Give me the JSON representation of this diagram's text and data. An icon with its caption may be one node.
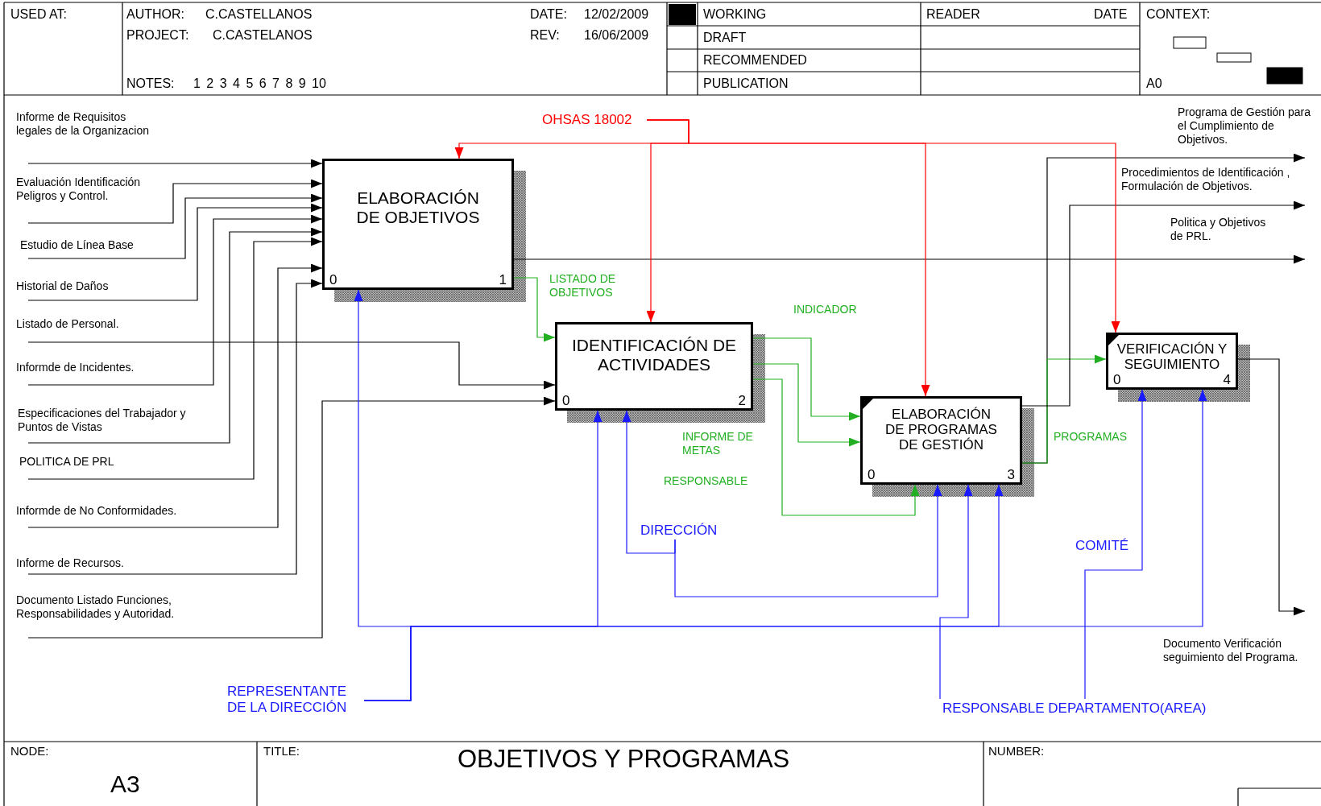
{
  "diagram": {
    "title": "OBJETIVOS Y PROGRAMAS",
    "nodes": [
      {
        "text": [
          "ELABORACIÓN DE OBJETIVOS",
          "0",
          "1"
        ]
      },
      {
        "text": [
          "IDENTIFICACIÓN DE ACTIVIDADES",
          "0",
          "2"
        ]
      },
      {
        "text": [
          "ELABORACIÓN DE PROGRAMAS DE GESTIÓN",
          "0",
          "3"
        ]
      },
      {
        "text": [
          "VERIFICACIÓN Y SEGUIMIENTO",
          "0",
          "4"
        ]
      },
      {
        "text": [
          "OHSAS 18002"
        ]
      },
      {
        "text": [
          "REPRESENTANTE DE LA DIRECCIÓN"
        ]
      },
      {
        "text": [
          "DIRECCIÓN"
        ]
      }
    ],
    "edges": [
      {
        "from": null,
        "to": 0,
        "arrow": "to",
        "label": "Informe de Requisitos legales de la Organizacion"
      },
      {
        "from": null,
        "to": 0,
        "arrow": "to",
        "label": "Evaluación Identificación Peligros y Control."
      },
      {
        "from": null,
        "to": 0,
        "arrow": "to",
        "label": "Estudio de Línea Base"
      },
      {
        "from": null,
        "to": 0,
        "arrow": "to",
        "label": "Historial de Daños"
      },
      {
        "from": null,
        "to": 1,
        "arrow": "to",
        "label": "Listado de Personal."
      },
      {
        "from": null,
        "to": 0,
        "arrow": "to",
        "label": "Informde de Incidentes."
      },
      {
        "from": null,
        "to": 0,
        "arrow": "to",
        "label": "Especificaciones del Trabajador y Puntos de Vistas"
      },
      {
        "from": null,
        "to": 0,
        "arrow": "to",
        "label": "POLITICA DE PRL"
      },
      {
        "from": null,
        "to": 0,
        "arrow": "to",
        "label": "Informde de No Conformidades."
      },
      {
        "from": null,
        "to": 0,
        "arrow": "to",
        "label": "Informe de Recursos."
      },
      {
        "from": null,
        "to": 1,
        "arrow": "to",
        "label": "Documento Listado Funciones, Responsabilidades y Autoridad."
      },
      {
        "from": 0,
        "to": null,
        "arrow": "to",
        "label": "Politica y Objetivos de PRL."
      },
      {
        "from": 0,
        "to": 1,
        "arrow": "to",
        "label": "LISTADO DE OBJETIVOS",
        "color": "#22b022"
      },
      {
        "from": 1,
        "to": 2,
        "arrow": "to",
        "label": "INDICADOR",
        "color": "#22b022"
      },
      {
        "from": 1,
        "to": 2,
        "arrow": "to",
        "label": "INFORME DE METAS",
        "color": "#22b022"
      },
      {
        "from": 1,
        "to": 2,
        "arrow": "to",
        "label": "RESPONSABLE",
        "color": "#22b022"
      },
      {
        "from": 2,
        "to": null,
        "arrow": "to",
        "label": "Programa de Gestión para el Cumplimiento de Objetivos."
      },
      {
        "from": 2,
        "to": 3,
        "arrow": "to",
        "label": "PROGRAMAS",
        "color": "#22b022"
      },
      {
        "from": 2,
        "to": null,
        "arrow": "to",
        "label": "Procedimientos de Identificación , Formulación de Objetivos."
      },
      {
        "from": 3,
        "to": null,
        "arrow": "to",
        "label": "Documento Verificación seguimiento del Programa."
      },
      {
        "from": 4,
        "to": 0,
        "arrow": "to",
        "color": "#ff0000"
      },
      {
        "from": 4,
        "to": 1,
        "arrow": "to",
        "color": "#ff0000"
      },
      {
        "from": 4,
        "to": 2,
        "arrow": "to",
        "color": "#ff0000"
      },
      {
        "from": 4,
        "to": 3,
        "arrow": "to",
        "color": "#ff0000"
      },
      {
        "from": 5,
        "to": 0,
        "arrow": "to",
        "color": "#1a1aff"
      },
      {
        "from": 5,
        "to": 1,
        "arrow": "to",
        "color": "#1a1aff"
      },
      {
        "from": 5,
        "to": 2,
        "arrow": "to",
        "color": "#1a1aff"
      },
      {
        "from": 5,
        "to": 3,
        "arrow": "to",
        "color": "#1a1aff"
      },
      {
        "from": 6,
        "to": 1,
        "arrow": "to",
        "color": "#1a1aff"
      },
      {
        "from": 6,
        "to": 2,
        "arrow": "to",
        "color": "#1a1aff"
      },
      {
        "from": null,
        "to": 2,
        "arrow": "to",
        "label": "RESPONSABLE DEPARTAMENTO(AREA)",
        "color": "#1a1aff"
      },
      {
        "from": null,
        "to": 3,
        "arrow": "to",
        "label": "COMITÉ",
        "color": "#1a1aff"
      }
    ],
    "labels": [
      "USED AT:",
      "AUTHOR:",
      "C.CASTELLANOS",
      "DATE:",
      "12/02/2009",
      "WORKING",
      "READER",
      "DATE",
      "CONTEXT:",
      "PROJECT:",
      "C.CASTELANOS",
      "REV:",
      "16/06/2009",
      "DRAFT",
      "RECOMMENDED",
      "NOTES:",
      "1 2 3 4 5 6 7 8 9 10",
      "PUBLICATION",
      "A0",
      "NODE:",
      "TITLE:",
      "NUMBER:",
      "A3"
    ]
  }
}
